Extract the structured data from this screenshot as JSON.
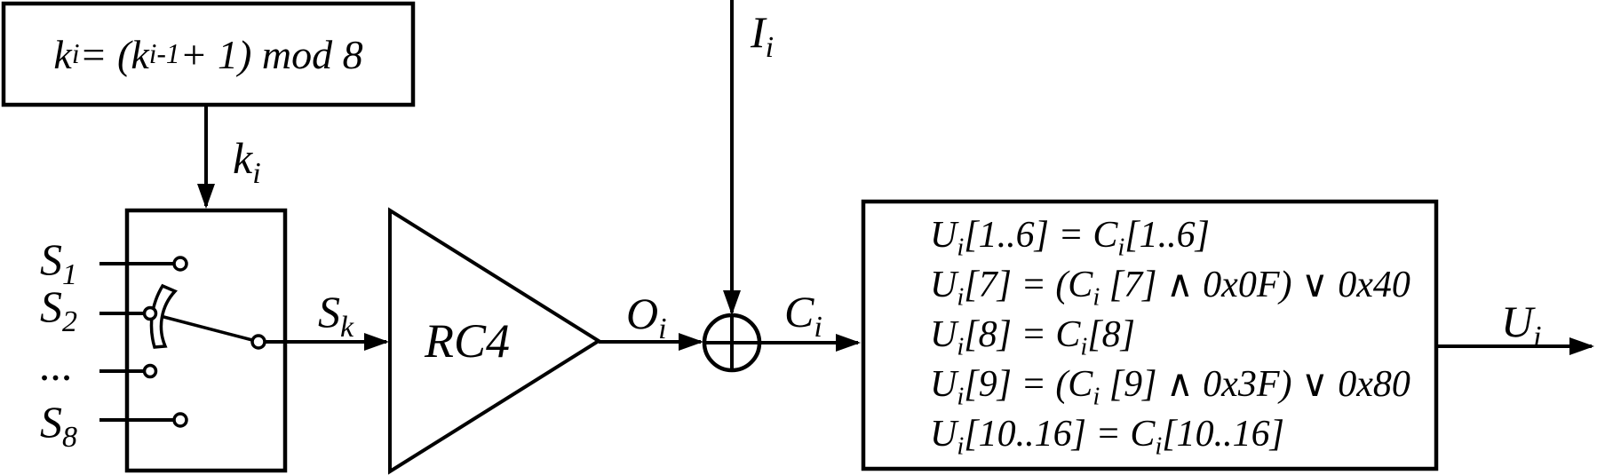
{
  "colors": {
    "background": "#ffffff",
    "ink": "#000000"
  },
  "key_box": {
    "formula": "k_i = (k_{i-1} + 1) mod 8"
  },
  "labels": {
    "key_index": "k_i",
    "selector_output": "S_k",
    "rc4_output": "O_i",
    "input_stream": "I_i",
    "xor_output": "C_i",
    "final_output": "U_i"
  },
  "selector": {
    "input_labels": [
      "S_1",
      "S_2",
      "...",
      "S_8"
    ]
  },
  "rc4": {
    "label": "RC4"
  },
  "transform_box": {
    "lines": [
      "U_i[1..6] = C_i[1..6]",
      "U_i[7] = (C_i [7] ∧ 0x0F) ∨ 0x40",
      "U_i[8] = C_i[8]",
      "U_i[9] = (C_i [9] ∧ 0x3F) ∨ 0x80",
      "U_i[10..16] = C_i[10..16]"
    ]
  }
}
